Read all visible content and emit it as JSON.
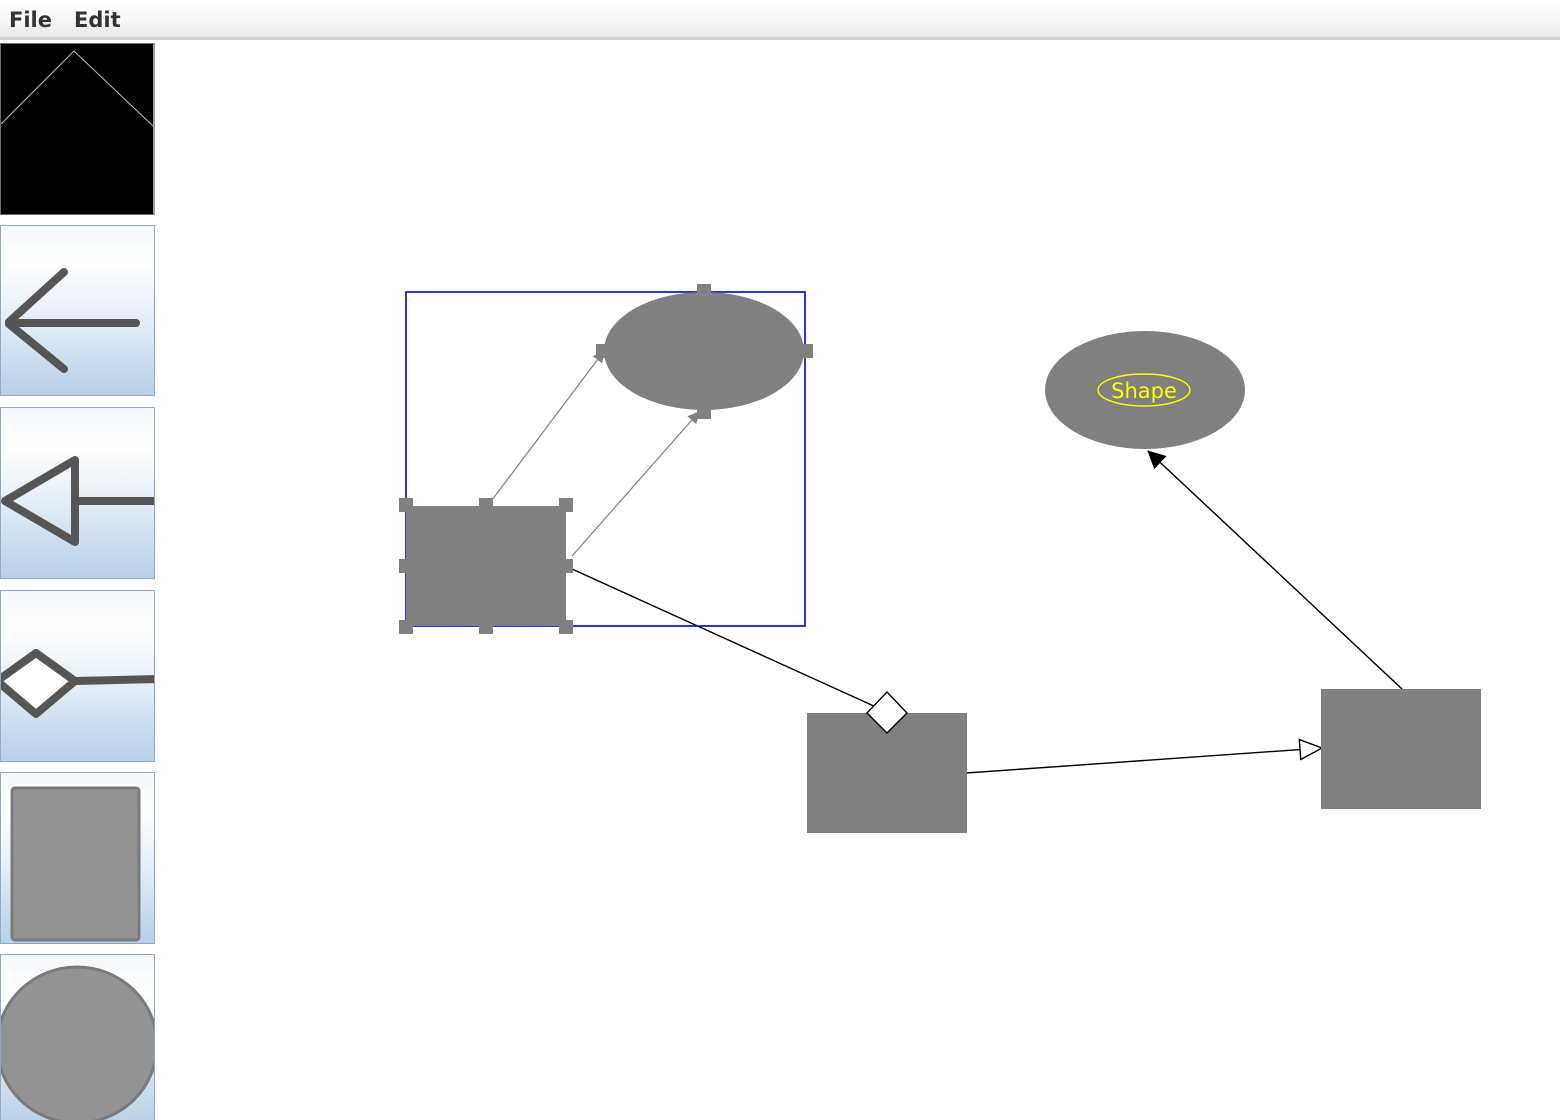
{
  "menubar": {
    "file_label": "File",
    "edit_label": "Edit"
  },
  "toolbox": {
    "tools": [
      {
        "name": "select-tool",
        "icon": "select-icon"
      },
      {
        "name": "dependency-arrow-tool",
        "icon": "open-arrow-icon"
      },
      {
        "name": "generalization-arrow-tool",
        "icon": "triangle-arrow-icon"
      },
      {
        "name": "aggregation-tool",
        "icon": "diamond-connector-icon"
      },
      {
        "name": "rectangle-tool",
        "icon": "rectangle-icon"
      },
      {
        "name": "ellipse-tool",
        "icon": "ellipse-icon"
      }
    ]
  },
  "canvas": {
    "labeled_ellipse_text": "Shape"
  },
  "colors": {
    "shape_fill": "#808080",
    "selection_box": "#0000cc",
    "label_text": "#ffff00",
    "label_outline": "#ffff00",
    "connector": "#000000",
    "selected_connector": "#808080"
  }
}
